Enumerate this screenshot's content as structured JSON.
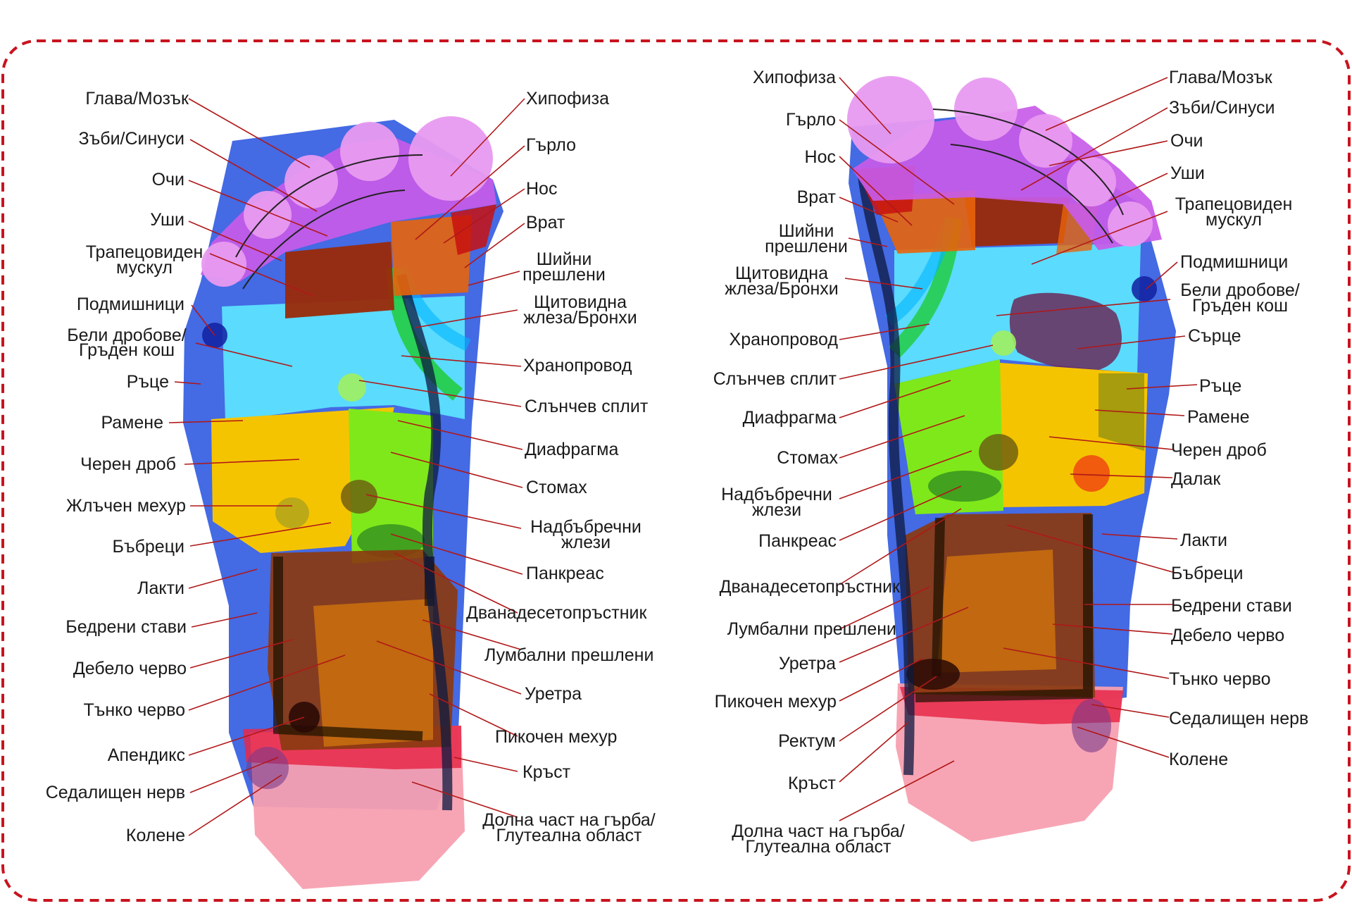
{
  "colors": {
    "frame": "#c8141e",
    "leader": "#b01818",
    "text": "#1a1a1a"
  },
  "left_foot_labels": {
    "glava_mozak": "Глава/Мозък",
    "zabi_sinusi": "Зъби/Синуси",
    "ochi": "Очи",
    "ushi": "Уши",
    "trapets_1": "Трапецовиден",
    "trapets_2": "мускул",
    "podmishnitsi": "Подмишници",
    "beli_drobove_1": "Бели дробове/",
    "beli_drobove_2": "Гръден кош",
    "ratse": "Ръце",
    "ramene": "Рамене",
    "cheren_drob": "Черен дроб",
    "zhalchen_mehur": "Жлъчен мехур",
    "bobretsi": "Бъбреци",
    "lakti": "Лакти",
    "bedreni_stavi": "Бедрени стави",
    "debelo_chervo": "Дебело черво",
    "tanko_chervo": "Тънко черво",
    "apendiks": "Апендикс",
    "sedalishten_nerv": "Седалищен нерв",
    "kolene": "Колене",
    "hipofiza": "Хипофиза",
    "garlo": "Гърло",
    "nos": "Нос",
    "vrat": "Врат",
    "shiyni_1": "Шийни",
    "shiyni_2": "прешлени",
    "shtitovidna_1": "Щитовидна",
    "shtitovidna_2": "жлеза/Бронхи",
    "hranoprovod": "Хранопровод",
    "slanchev_split": "Слънчев сплит",
    "diafragma": "Диафрагма",
    "stomah": "Стомах",
    "nadbabrechni_1": "Надбъбречни",
    "nadbabrechni_2": "жлези",
    "pankreas": "Панкреас",
    "dvanadeseto": "Дванадесетопръстник",
    "lumbalni": "Лумбални прешлени",
    "uretra": "Уретра",
    "pikochen_mehur": "Пикочен мехур",
    "krast": "Кръст",
    "dolna_1": "Долна част на гърба/",
    "dolna_2": "Глутеална област"
  },
  "right_foot_labels": {
    "hipofiza": "Хипофиза",
    "garlo": "Гърло",
    "nos": "Нос",
    "vrat": "Врат",
    "shiyni_1": "Шийни",
    "shiyni_2": "прешлени",
    "shtitovidna_1": "Щитовидна",
    "shtitovidna_2": "жлеза/Бронхи",
    "hranoprovod": "Хранопровод",
    "slanchev_split": "Слънчев сплит",
    "diafragma": "Диафрагма",
    "stomah": "Стомах",
    "nadbabrechni_1": "Надбъбречни",
    "nadbabrechni_2": "жлези",
    "pankreas": "Панкреас",
    "dvanadeseto": "Дванадесетопръстник",
    "lumbalni": "Лумбални прешлени",
    "uretra": "Уретра",
    "pikochen_mehur": "Пикочен мехур",
    "rektum": "Ректум",
    "krast": "Кръст",
    "dolna_1": "Долна част на гърба/",
    "dolna_2": "Глутеална област",
    "glava_mozak": "Глава/Мозък",
    "zabi_sinusi": "Зъби/Синуси",
    "ochi": "Очи",
    "ushi": "Уши",
    "trapets_1": "Трапецовиден",
    "trapets_2": "мускул",
    "podmishnitsi": "Подмишници",
    "beli_drobove_1": "Бели дробове/",
    "beli_drobove_2": "Гръден кош",
    "sartse": "Сърце",
    "ratse": "Ръце",
    "ramene": "Рамене",
    "cheren_drob": "Черен дроб",
    "dalak": "Далак",
    "lakti": "Лакти",
    "bobretsi": "Бъбреци",
    "bedreni_stavi": "Бедрени стави",
    "debelo_chervo": "Дебело черво",
    "tanko_chervo": "Тънко черво",
    "sedalishten_nerv": "Седалищен нерв",
    "kolene": "Колене"
  }
}
